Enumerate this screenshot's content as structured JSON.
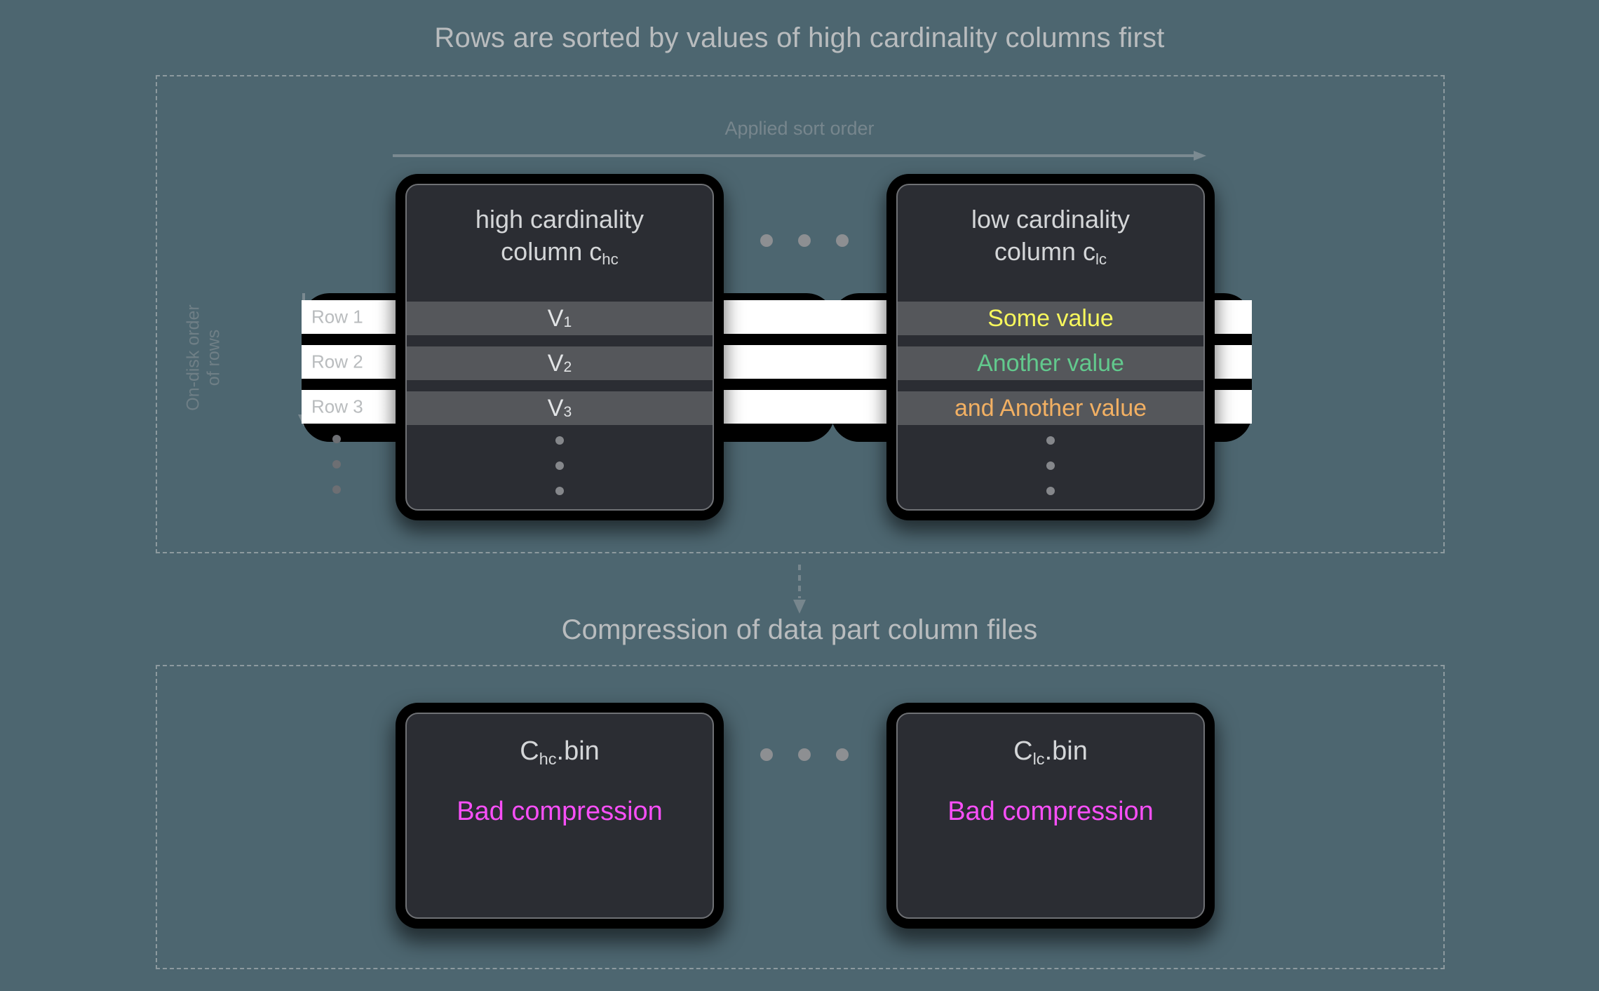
{
  "background_color": "#4d6670",
  "titles": {
    "top": "Rows are sorted by values of high cardinality columns first",
    "middle": "Compression of data part column files"
  },
  "sort_order": {
    "label": "Applied sort order",
    "arrow_direction": "right"
  },
  "ondisk_order": {
    "line1": "On-disk order",
    "line2": "of rows",
    "arrow_direction": "down"
  },
  "rows": [
    {
      "label": "Row 1"
    },
    {
      "label": "Row 2"
    },
    {
      "label": "Row 3"
    }
  ],
  "columns": [
    {
      "id": "high-cardinality",
      "head_line1": "high cardinality",
      "head_line2_prefix": "column c",
      "head_line2_sub": "hc",
      "cells": [
        {
          "text": "V",
          "sub": "1",
          "color": "#e2e4e6"
        },
        {
          "text": "V",
          "sub": "2",
          "color": "#e2e4e6"
        },
        {
          "text": "V",
          "sub": "3",
          "color": "#e2e4e6"
        }
      ]
    },
    {
      "id": "low-cardinality",
      "head_line1": "low cardinality",
      "head_line2_prefix": "column c",
      "head_line2_sub": "lc",
      "cells": [
        {
          "text": "Some value",
          "sub": "",
          "color": "#f7f75c"
        },
        {
          "text": "Another value",
          "sub": "",
          "color": "#62c98d"
        },
        {
          "text": "and Another value",
          "sub": "",
          "color": "#f2b063"
        }
      ]
    }
  ],
  "ellipsis": {
    "horizontal_dot_count": 3,
    "vertical_dot_count": 3
  },
  "files": [
    {
      "id": "chc-bin",
      "name_prefix": "C",
      "name_sub": "hc",
      "name_suffix": ".bin",
      "status": "Bad compression",
      "status_color": "#f84ff8"
    },
    {
      "id": "clc-bin",
      "name_prefix": "C",
      "name_sub": "lc",
      "name_suffix": ".bin",
      "status": "Bad compression",
      "status_color": "#f84ff8"
    }
  ],
  "colors": {
    "card_background": "#2b2d33",
    "card_border": "#6f7175",
    "frame_dash": "#8d9a9f",
    "title_text": "#b9bcbe",
    "muted_text": "#77868d",
    "stripe": "#ffffff",
    "band": "#000000"
  }
}
